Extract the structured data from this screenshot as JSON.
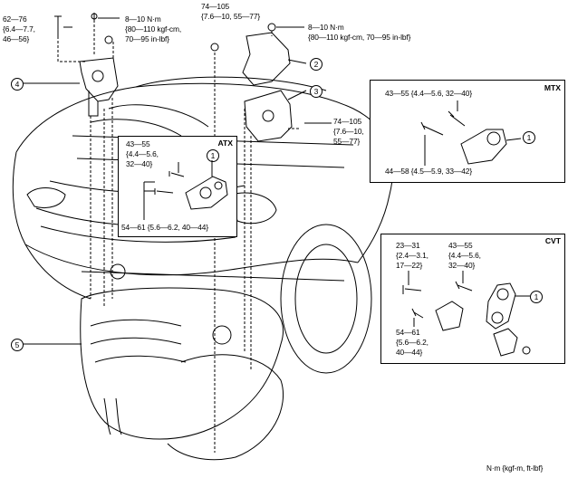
{
  "torques": {
    "t1": [
      "62—76",
      "{6.4—7.7,",
      "46—56}"
    ],
    "t2": [
      "8—10 N·m",
      "{80—110 kgf-cm,",
      "70—95 in-lbf}"
    ],
    "t3": [
      "74—105",
      "{7.6—10, 55—77}"
    ],
    "t4": [
      "8—10 N·m",
      "{80—110 kgf-cm, 70—95 in-lbf}"
    ],
    "t5": [
      "74—105",
      "{7.6—10,",
      "55—77}"
    ]
  },
  "callouts": {
    "c1": "1",
    "c2": "2",
    "c3": "3",
    "c4": "4",
    "c5": "5"
  },
  "atx": {
    "title": "ATX",
    "torque_a": [
      "43—55",
      "{4.4—5.6,",
      "32—40}"
    ],
    "torque_b": "54—61 {5.6—6.2, 40—44}",
    "callout": "1"
  },
  "mtx": {
    "title": "MTX",
    "torque_a": "43—55 {4.4—5.6, 32—40}",
    "torque_b": "44—58 {4.5—5.9, 33—42}",
    "callout": "1"
  },
  "cvt": {
    "title": "CVT",
    "torque_a": [
      "23—31",
      "{2.4—3.1,",
      "17—22}"
    ],
    "torque_b": [
      "43—55",
      "{4.4—5.6,",
      "32—40}"
    ],
    "torque_c": [
      "54—61",
      "{5.6—6.2,",
      "40—44}"
    ],
    "callout": "1"
  },
  "units": "N·m {kgf-m, ft-lbf}"
}
